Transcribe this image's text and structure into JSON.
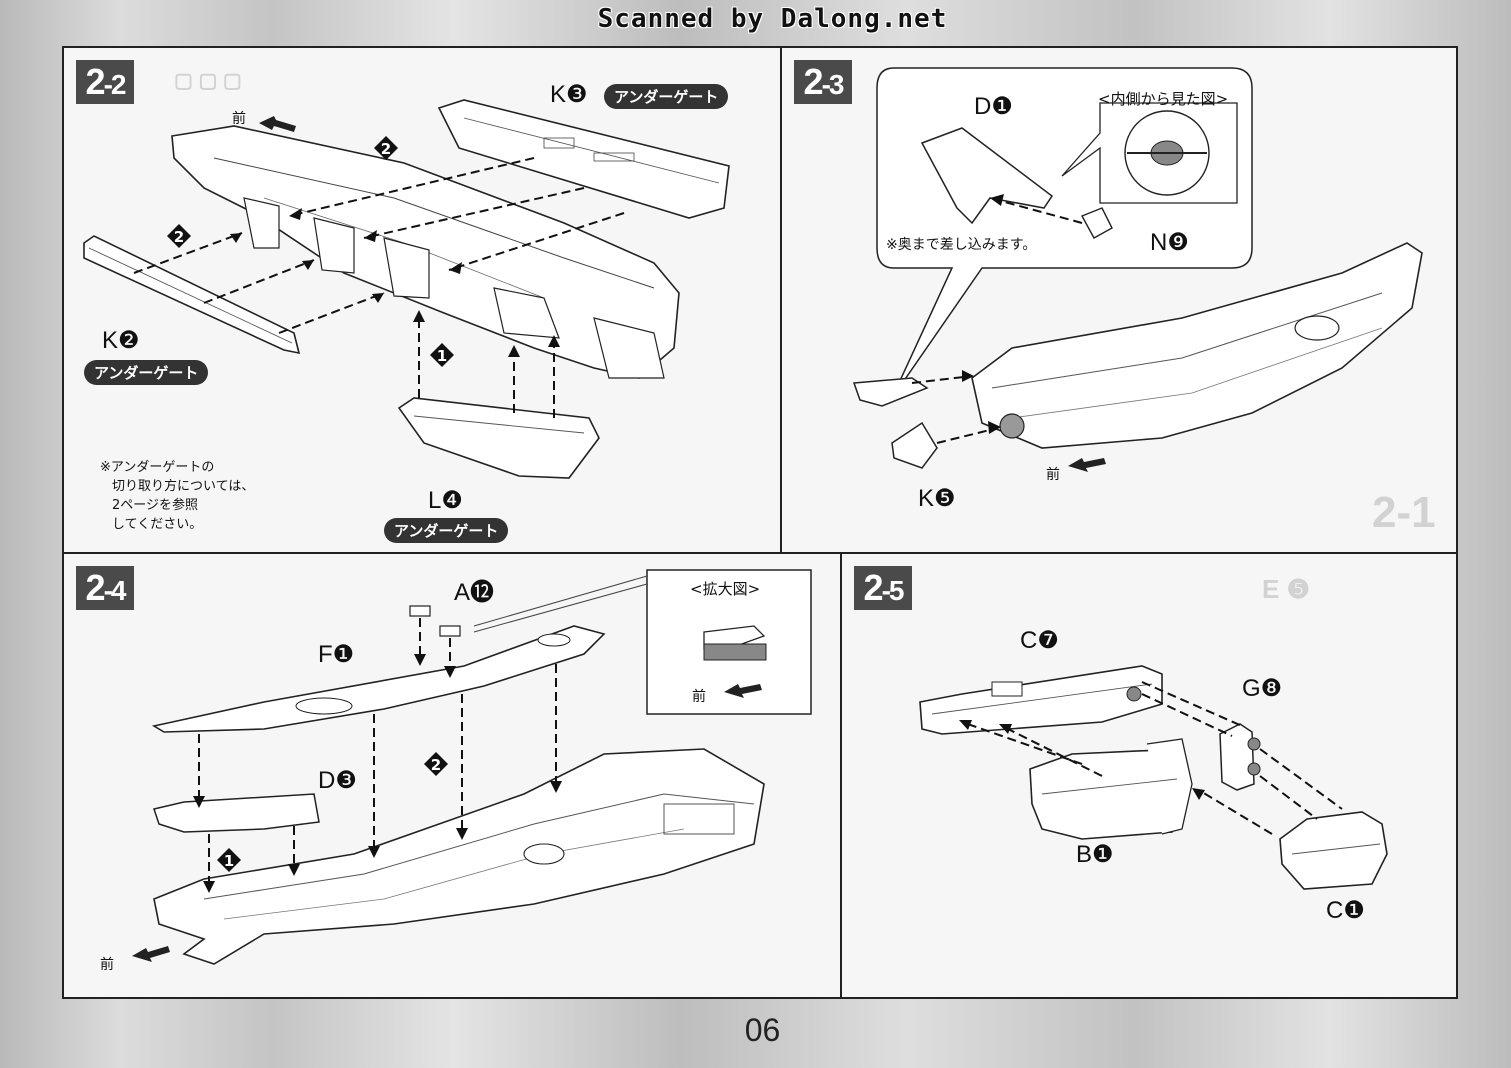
{
  "scan_credit": "Scanned by Dalong.net",
  "page_number": "06",
  "steps": {
    "s22": {
      "label_main": "2",
      "label_sub": "-2",
      "front": "前",
      "parts": {
        "k3": {
          "letter": "K",
          "num": "❸"
        },
        "k2": {
          "letter": "K",
          "num": "❷"
        },
        "l4": {
          "letter": "L",
          "num": "❹"
        }
      },
      "undergate": "アンダーゲート",
      "order": [
        "❶",
        "❷"
      ],
      "note": [
        "※アンダーゲートの",
        "切り取り方については、",
        "2ページを参照",
        "してください。"
      ]
    },
    "s23": {
      "label_main": "2",
      "label_sub": "-3",
      "front": "前",
      "parts": {
        "d1": {
          "letter": "D",
          "num": "❶"
        },
        "n9": {
          "letter": "N",
          "num": "❾"
        },
        "k5": {
          "letter": "K",
          "num": "❺"
        }
      },
      "bubble_title": "<内側から見た図>",
      "note": "※奥まで差し込みます。"
    },
    "s24": {
      "label_main": "2",
      "label_sub": "-4",
      "front": "前",
      "parts": {
        "a12": {
          "letter": "A",
          "num": "⓬"
        },
        "f1": {
          "letter": "F",
          "num": "❶"
        },
        "d3": {
          "letter": "D",
          "num": "❸"
        }
      },
      "zoom_title": "<拡大図>",
      "order": [
        "❶",
        "❷"
      ]
    },
    "s25": {
      "label_main": "2",
      "label_sub": "-5",
      "parts": {
        "c7": {
          "letter": "C",
          "num": "❼"
        },
        "g8": {
          "letter": "G",
          "num": "❽"
        },
        "b1": {
          "letter": "B",
          "num": "❶"
        },
        "c1": {
          "letter": "C",
          "num": "❶"
        }
      }
    }
  }
}
